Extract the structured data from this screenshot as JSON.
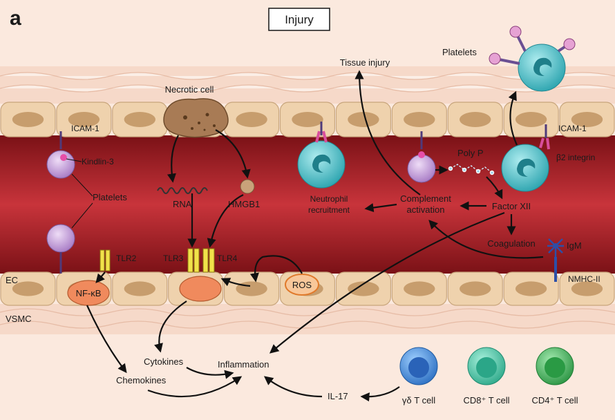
{
  "panel_label": "a",
  "title": "Injury",
  "labels": {
    "necrotic_cell": "Necrotic cell",
    "tissue_injury": "Tissue injury",
    "platelets_top": "Platelets",
    "icam1_left": "ICAM-1",
    "kindlin3": "Kindlin-3",
    "platelets_left": "Platelets",
    "rna": "RNA",
    "hmgb1": "HMGB1",
    "poly_p": "Poly P",
    "icam1_right": "ICAM-1",
    "b2_integrin": "β2 integrin",
    "neutrophil_1": "Neutrophil",
    "neutrophil_2": "recruitment",
    "complement_1": "Complement",
    "complement_2": "activation",
    "factor_xii": "Factor XII",
    "coagulation": "Coagulation",
    "igm": "IgM",
    "tlr2": "TLR2",
    "tlr3": "TLR3",
    "tlr4": "TLR4",
    "ec": "EC",
    "nfkb": "NF-κB",
    "ros": "ROS",
    "nmhc": "NMHC-II",
    "vsmc": "VSMC",
    "cytokines": "Cytokines",
    "inflammation": "Inflammation",
    "chemokines": "Chemokines",
    "il17": "IL-17",
    "gd_tcell": "γδ T cell",
    "cd8_tcell": "CD8⁺ T cell",
    "cd4_tcell": "CD4⁺ T cell"
  },
  "colors": {
    "lumen": "#b3262e",
    "endothelium": "#efd2ad",
    "nucleus": "#c79d6d",
    "platelet": "#c9a0dc",
    "neutrophil": "#5cc6cf",
    "nfkb_cell": "#f08a5d",
    "ros": "#f2a55b",
    "gd_tcell": "#3f8fd9",
    "cd8_tcell": "#46c9a5",
    "cd4_tcell": "#3fb55c"
  }
}
